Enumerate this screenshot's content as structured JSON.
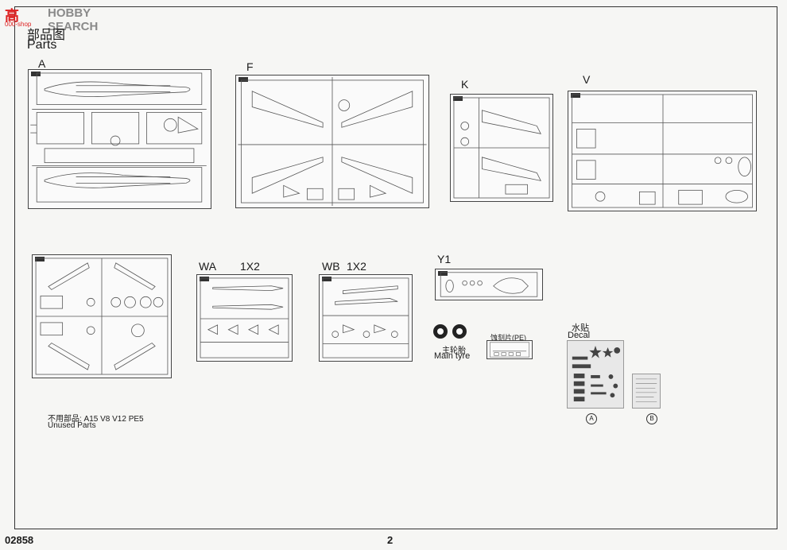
{
  "watermark": {
    "logo": "高",
    "brand": "HOBBY SEARCH",
    "url": "000-shop"
  },
  "header": {
    "title_cn": "部品图",
    "title_en": "Parts"
  },
  "sprues": {
    "a": {
      "label": "A"
    },
    "f": {
      "label": "F"
    },
    "k": {
      "label": "K"
    },
    "v": {
      "label": "V"
    },
    "wa": {
      "label": "WA",
      "qty": "1X2"
    },
    "wb": {
      "label": "WB",
      "qty": "1X2"
    },
    "y1": {
      "label": "Y1"
    }
  },
  "tyres": {
    "label_cn": "主轮胎",
    "label_en": "Main tyre"
  },
  "pe": {
    "label": "蚀刻片(PE)"
  },
  "decal": {
    "label_cn": "水贴",
    "label_en": "Decal",
    "sheet_a": "A",
    "sheet_b": "B"
  },
  "unused": {
    "label_cn": "不用部品: A15 V8 V12 PE5",
    "label_en": "Unused Parts"
  },
  "footer": {
    "code": "02858",
    "page": "2"
  }
}
